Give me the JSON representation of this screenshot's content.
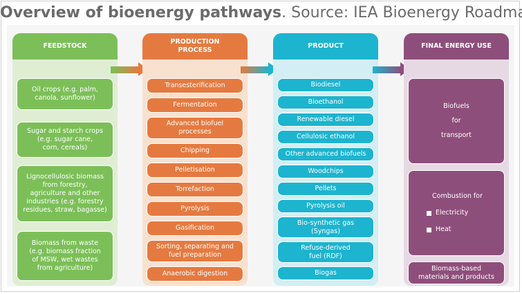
{
  "title": {
    "bold": "Overview of bioenergy pathways",
    "rest": ". Source: IEA Bioenergy Roadmap"
  },
  "columns": {
    "feedstock": {
      "header": "FEEDSTOCK",
      "items": [
        "Oil crops (e.g. palm,\ncanola, sunflower)",
        "Sugar and starch crops\n(e.g. sugar cane,\ncorn, cereals)",
        "Lignocellulosic biomass\nfrom forestry,\nagriculture and other\nindustries (e.g. forestry\nresidues, straw, bagasse)",
        "Biomass from waste\n(e.g. biomass fraction\nof MSW, wet wastes\nfrom agriculture)"
      ]
    },
    "process": {
      "header": "PRODUCTION\nPROCESS",
      "items": [
        "Transesterification",
        "Fermentation",
        "Advanced biofuel\nprocesses",
        "Chipping",
        "Pelletisation",
        "Torrefaction",
        "Pyrolysis",
        "Gasification",
        "Sorting, separating and\nfuel preparation",
        "Anaerobic digestion"
      ]
    },
    "product": {
      "header": "PRODUCT",
      "items": [
        "Biodiesel",
        "Bioethanol",
        "Renewable diesel",
        "Cellulosic ethanol",
        "Other advanced biofuels",
        "Woodchips",
        "Pellets",
        "Pyrolysis oil",
        "Bio-synthetic gas\n(Syngas)",
        "Refuse-derived\nfuel (RDF)",
        "Biogas"
      ]
    },
    "energy": {
      "header": "FINAL ENERGY USE",
      "transport": {
        "line1": "Biofuels",
        "line2": "for",
        "line3": "transport"
      },
      "combustion": {
        "heading": "Combustion for",
        "item1": "Electricity",
        "item2": "Heat"
      },
      "materials": "Biomass-based\nmaterials and products"
    }
  },
  "colors": {
    "feedstock": "#7cbf58",
    "process": "#e57a40",
    "product": "#1db4cf",
    "energy": "#8e4e7b"
  }
}
